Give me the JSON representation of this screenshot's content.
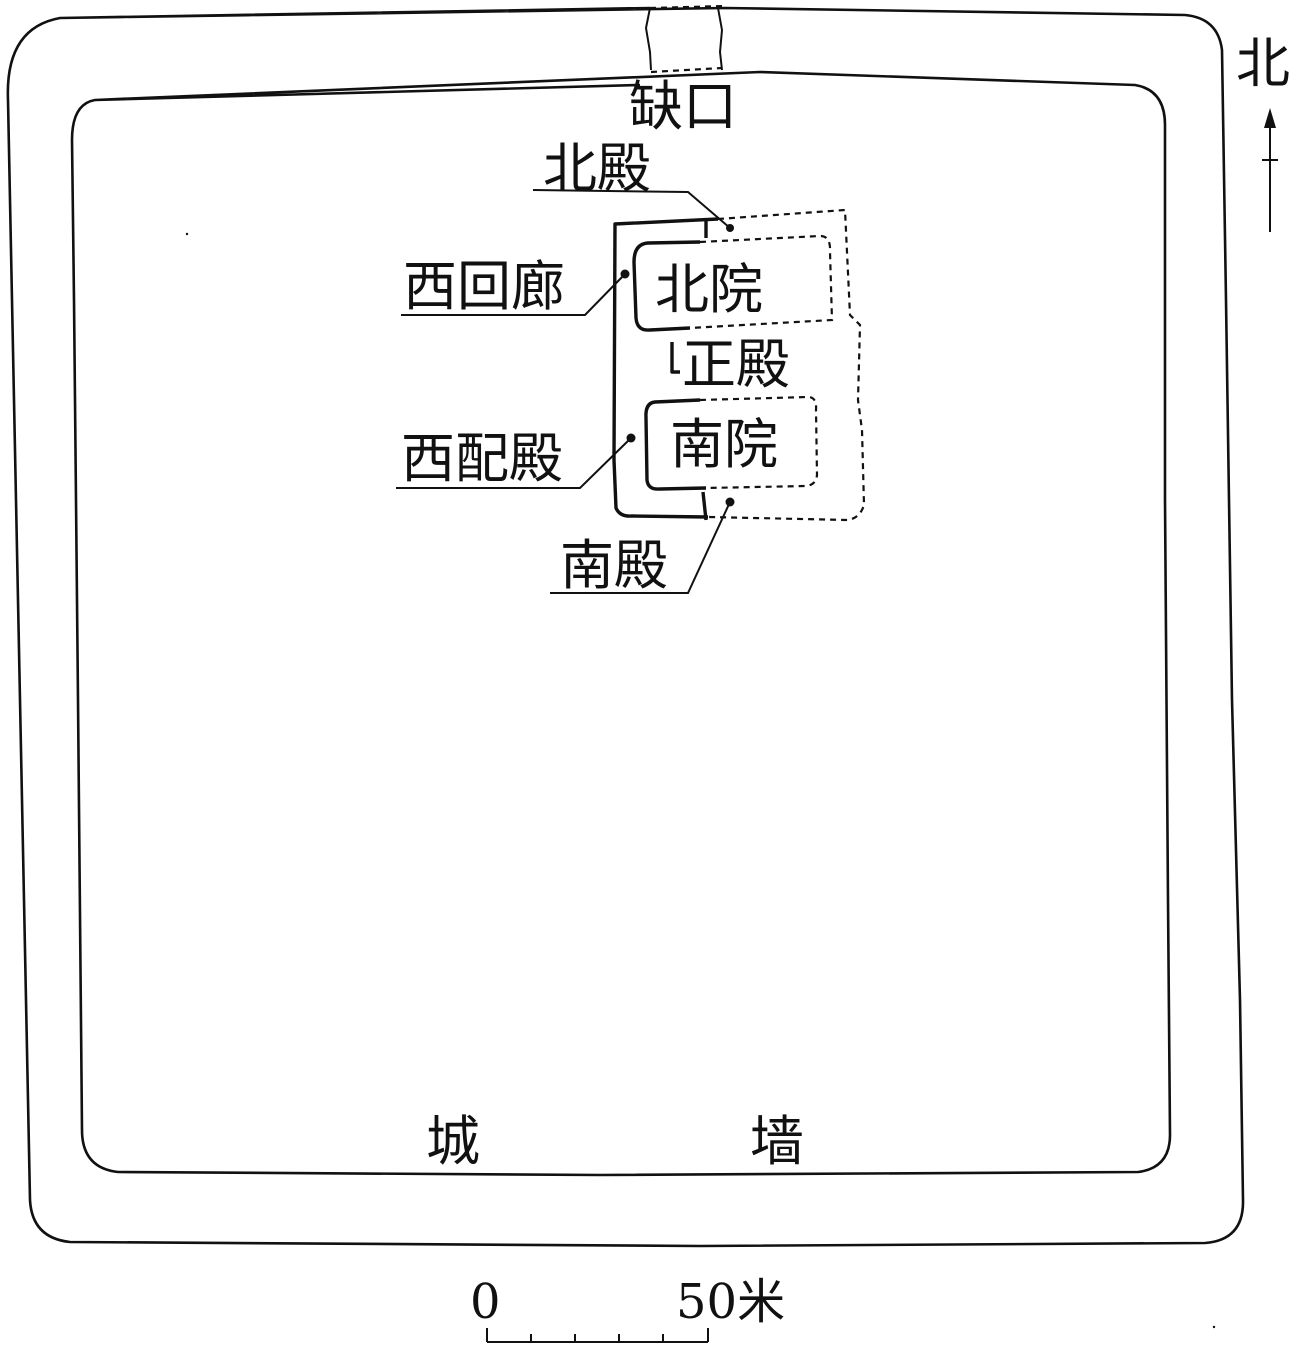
{
  "title": "",
  "labels": {
    "gap": "缺口",
    "north_hall": "北殿",
    "west_corridor": "西回廊",
    "north_court": "北院",
    "main_hall": "正殿",
    "west_side_hall": "西配殿",
    "south_court": "南院",
    "south_hall": "南殿",
    "city_wall_1": "城",
    "city_wall_2": "墙"
  },
  "north_arrow": {
    "label": "北"
  },
  "scale_bar": {
    "start": "0",
    "end": "50米"
  },
  "colors": {
    "ink": "#111111",
    "paper": "#ffffff"
  }
}
